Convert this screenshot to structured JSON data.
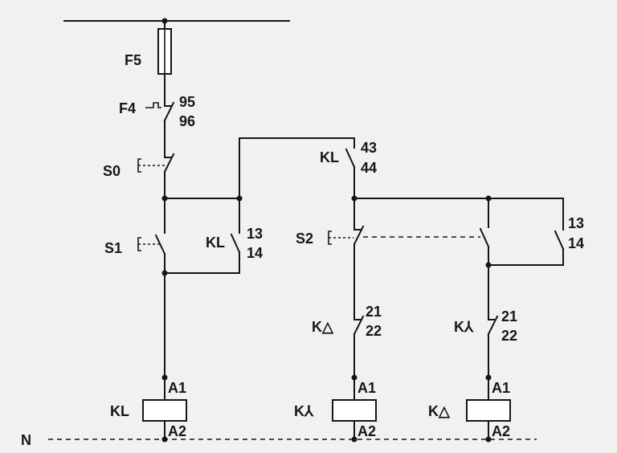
{
  "labels": {
    "fuse": "F5",
    "overload": "F4",
    "overload_pin_top": "95",
    "overload_pin_bottom": "96",
    "stop_button": "S0",
    "start_button": "S1",
    "hold_contact_label": "KL",
    "hold_contact_pin_top": "13",
    "hold_contact_pin_bottom": "14",
    "kl_aux_label": "KL",
    "kl_aux_pin_top": "43",
    "kl_aux_pin_bottom": "44",
    "switch_button": "S2",
    "s2_no_pin_top": "13",
    "s2_no_pin_bottom": "14",
    "interlock1_label": "K△",
    "interlock1_pin_top": "21",
    "interlock1_pin_bottom": "22",
    "interlock2_label": "K⅄",
    "interlock2_pin_top": "21",
    "interlock2_pin_bottom": "22",
    "coil1_label": "KL",
    "coil2_label": "K⅄",
    "coil3_label": "K△",
    "coil_terminal_top": "A1",
    "coil_terminal_bottom": "A2",
    "neutral": "N"
  }
}
